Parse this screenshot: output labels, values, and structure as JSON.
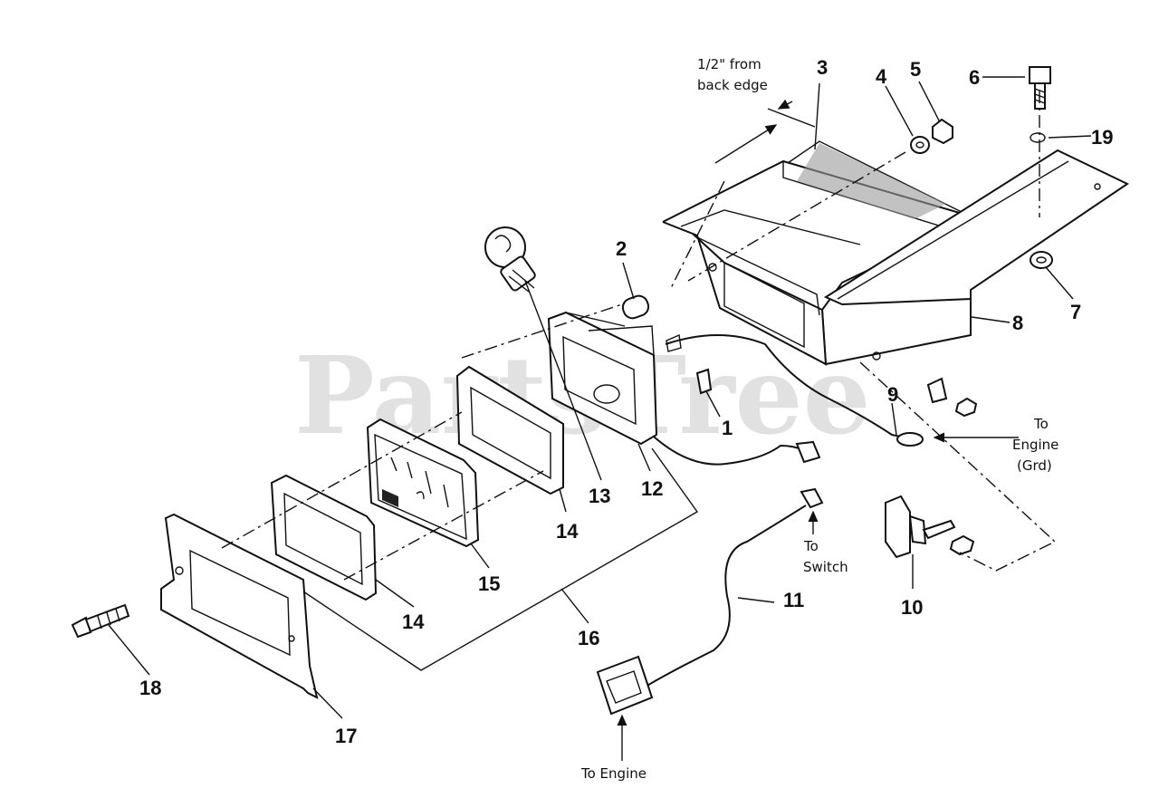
{
  "watermark": "PartsTree",
  "callouts": {
    "c1": "1",
    "c2": "2",
    "c3": "3",
    "c4": "4",
    "c5": "5",
    "c6": "6",
    "c7": "7",
    "c8": "8",
    "c9": "9",
    "c10": "10",
    "c11": "11",
    "c12": "12",
    "c13": "13",
    "c14a": "14",
    "c14b": "14",
    "c15": "15",
    "c16": "16",
    "c17": "17",
    "c18": "18",
    "c19": "19"
  },
  "notes": {
    "edge_line1": "1/2\" from",
    "edge_line2": "back edge",
    "engine_grd_1": "To",
    "engine_grd_2": "Engine",
    "engine_grd_3": "(Grd)",
    "switch_1": "To",
    "switch_2": "Switch",
    "to_engine": "To Engine"
  }
}
